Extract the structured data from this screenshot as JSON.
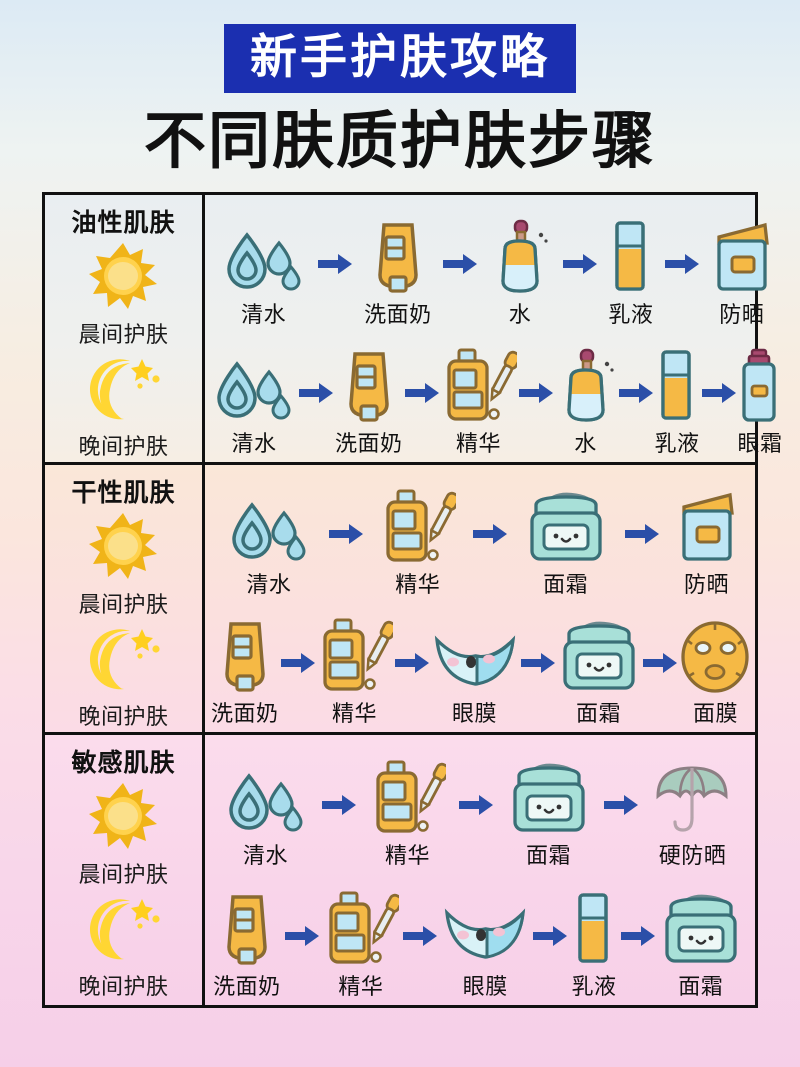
{
  "header": {
    "banner_text": "新手护肤攻略",
    "banner_bg": "#1b2fb0",
    "banner_color": "#ffffff",
    "main_title": "不同肤质护肤步骤",
    "main_title_color": "#111111"
  },
  "palette": {
    "arrow": "#2b4fa8",
    "water_blue": "#a8dcec",
    "amber": "#f5b945",
    "mint": "#a8e0d8",
    "sun": "#ffd24d",
    "moon": "#ffd633",
    "border": "#111111"
  },
  "labels": {
    "morning": "晨间护肤",
    "evening": "晚间护肤"
  },
  "sections": [
    {
      "skin_type": "油性肌肤",
      "theme": "oily",
      "morning_steps": [
        {
          "name": "清水",
          "icon": "water-drops-icon"
        },
        {
          "name": "洗面奶",
          "icon": "cleanser-tube-icon"
        },
        {
          "name": "水",
          "icon": "toner-bottle-icon"
        },
        {
          "name": "乳液",
          "icon": "lotion-bottle-icon"
        },
        {
          "name": "防晒",
          "icon": "sunscreen-tube-icon"
        }
      ],
      "evening_steps": [
        {
          "name": "清水",
          "icon": "water-drops-icon"
        },
        {
          "name": "洗面奶",
          "icon": "cleanser-tube-icon"
        },
        {
          "name": "精华",
          "icon": "serum-dropper-icon"
        },
        {
          "name": "水",
          "icon": "toner-bottle-icon"
        },
        {
          "name": "乳液",
          "icon": "lotion-bottle-icon"
        },
        {
          "name": "眼霜",
          "icon": "eye-cream-icon"
        }
      ]
    },
    {
      "skin_type": "干性肌肤",
      "theme": "dry",
      "morning_steps": [
        {
          "name": "清水",
          "icon": "water-drops-icon"
        },
        {
          "name": "精华",
          "icon": "serum-dropper-icon"
        },
        {
          "name": "面霜",
          "icon": "cream-jar-icon"
        },
        {
          "name": "防晒",
          "icon": "sunscreen-tube-icon"
        }
      ],
      "evening_steps": [
        {
          "name": "洗面奶",
          "icon": "cleanser-tube-icon"
        },
        {
          "name": "精华",
          "icon": "serum-dropper-icon"
        },
        {
          "name": "眼膜",
          "icon": "eye-mask-icon"
        },
        {
          "name": "面霜",
          "icon": "cream-jar-icon"
        },
        {
          "name": "面膜",
          "icon": "face-mask-icon"
        }
      ]
    },
    {
      "skin_type": "敏感肌肤",
      "theme": "sens",
      "morning_steps": [
        {
          "name": "清水",
          "icon": "water-drops-icon"
        },
        {
          "name": "精华",
          "icon": "serum-dropper-icon"
        },
        {
          "name": "面霜",
          "icon": "cream-jar-icon"
        },
        {
          "name": "硬防晒",
          "icon": "umbrella-icon"
        }
      ],
      "evening_steps": [
        {
          "name": "洗面奶",
          "icon": "cleanser-tube-icon"
        },
        {
          "name": "精华",
          "icon": "serum-dropper-icon"
        },
        {
          "name": "眼膜",
          "icon": "eye-mask-icon"
        },
        {
          "name": "乳液",
          "icon": "lotion-bottle-icon"
        },
        {
          "name": "面霜",
          "icon": "cream-jar-icon"
        }
      ]
    }
  ]
}
